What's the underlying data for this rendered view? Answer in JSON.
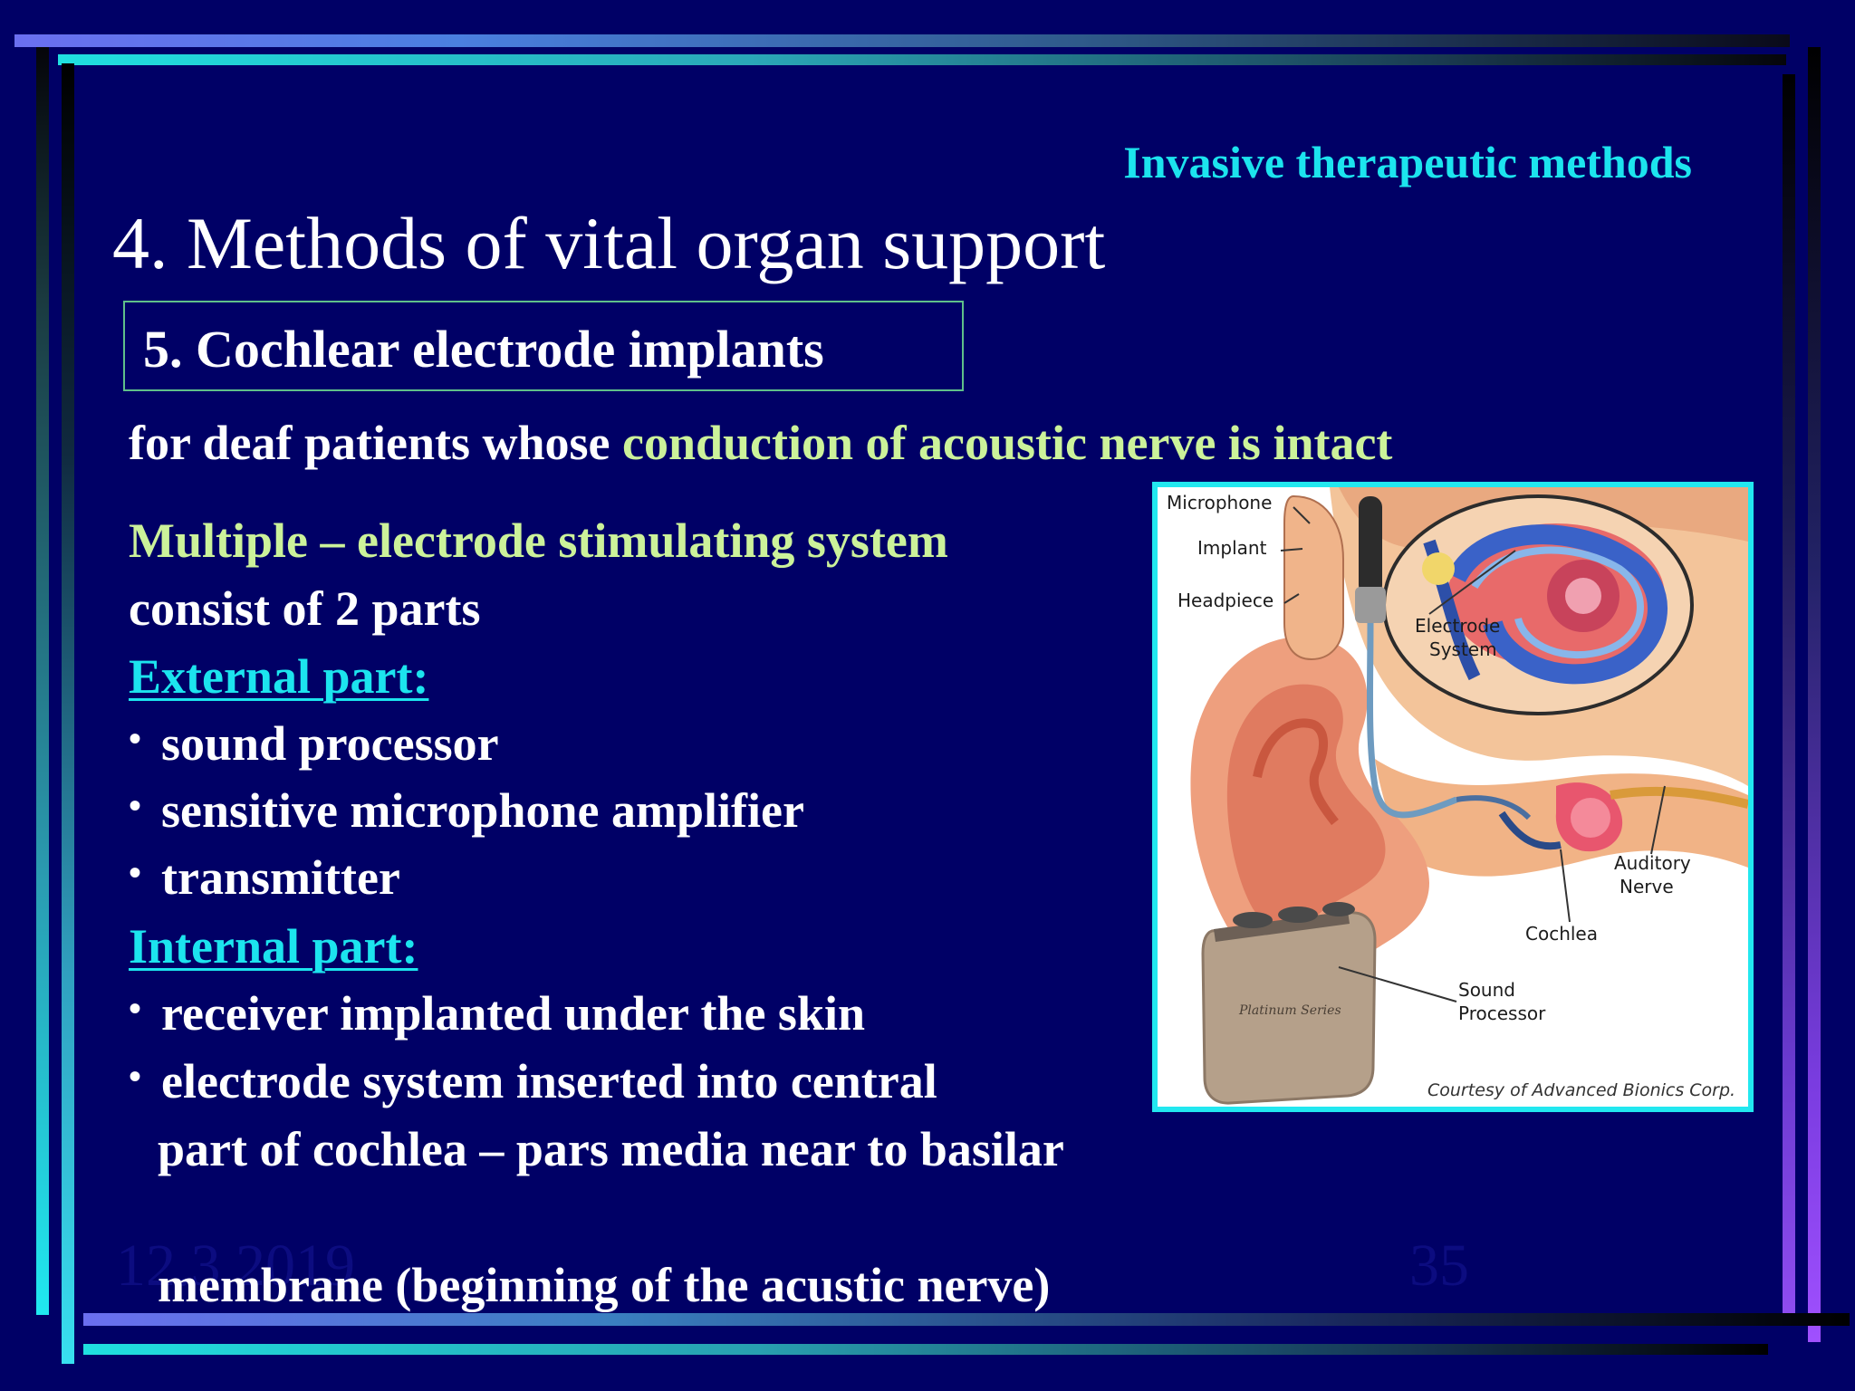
{
  "header": {
    "label": "Invasive therapeutic methods",
    "title": "4. Methods of vital organ support"
  },
  "subtitle": "5. Cochlear electrode implants",
  "intro": {
    "prefix": "for deaf patients whose ",
    "highlight": "conduction of acoustic nerve is intact"
  },
  "body": {
    "system_title": "Multiple – electrode stimulating system",
    "parts_line": "consist of 2 parts",
    "external_heading": "External part:",
    "external_items": [
      "sound processor",
      "sensitive microphone amplifier",
      "transmitter"
    ],
    "internal_heading": "Internal part:",
    "internal_items": [
      "receiver implanted under the skin",
      "electrode system inserted into central"
    ],
    "continuation_1": "part of cochlea – pars media near to basilar",
    "continuation_2": "membrane (beginning of the acustic nerve)"
  },
  "figure": {
    "labels": {
      "microphone": "Microphone",
      "implant": "Implant",
      "headpiece": "Headpiece",
      "electrode_1": "Electrode",
      "electrode_2": "System",
      "auditory_1": "Auditory",
      "auditory_2": "Nerve",
      "cochlea": "Cochlea",
      "sound_1": "Sound",
      "sound_2": "Processor"
    },
    "credit": "Courtesy of Advanced Bionics Corp."
  },
  "footer": {
    "date": "12.3.2019",
    "page": "35"
  },
  "colors": {
    "background": "#000066",
    "heading_cyan": "#1ce4ee",
    "highlight_green": "#ccf29a",
    "text": "#ffffff"
  }
}
